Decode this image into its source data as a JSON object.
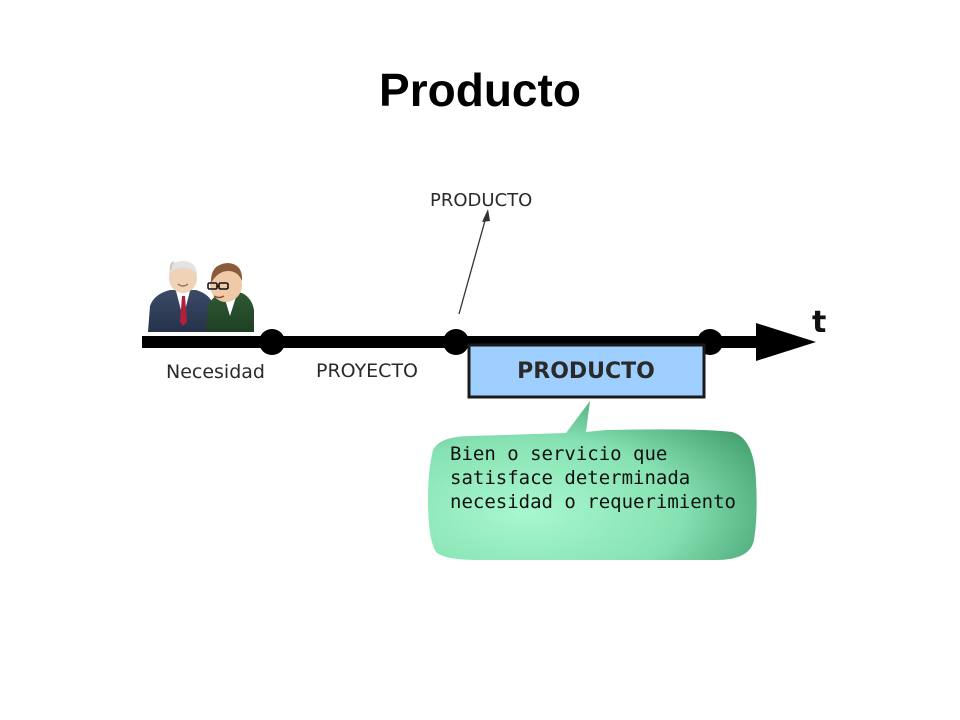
{
  "slide": {
    "title": "Producto"
  },
  "timeline": {
    "axis_label": "t",
    "stage_labels": {
      "need": "Necesidad",
      "project": "PROYECTO",
      "product": "PRODUCTO"
    },
    "callout_label": "PRODUCTO"
  },
  "bubble": {
    "lines": [
      "Bien o servicio que",
      "satisface determinada",
      "necesidad o requerimiento"
    ]
  },
  "colors": {
    "line": "#000000",
    "product_box_fill": "#9fcfff",
    "product_box_border": "#1a1a1a",
    "bubble_light": "#9ff2c8",
    "bubble_dark": "#3f9a6a"
  }
}
